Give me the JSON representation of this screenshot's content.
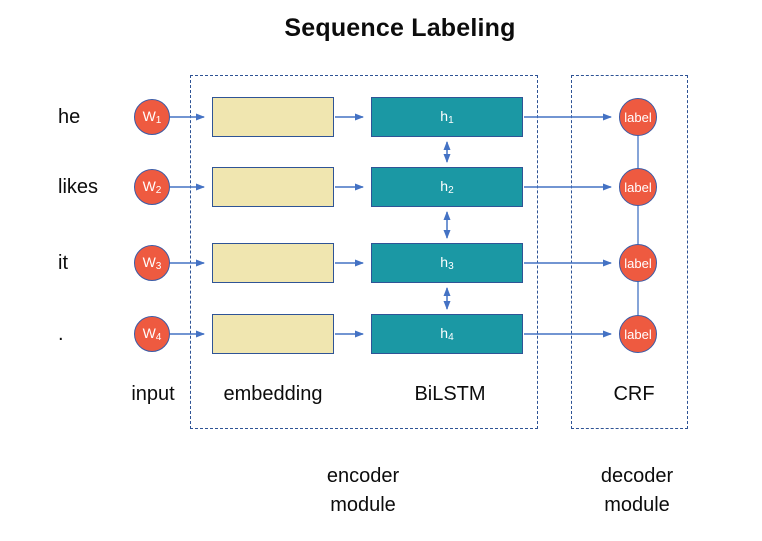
{
  "title": "Sequence Labeling",
  "rows": [
    {
      "word": "he",
      "input_symbol": "W",
      "input_sub": "1",
      "hidden_symbol": "h",
      "hidden_sub": "1",
      "output_label": "label"
    },
    {
      "word": "likes",
      "input_symbol": "W",
      "input_sub": "2",
      "hidden_symbol": "h",
      "hidden_sub": "2",
      "output_label": "label"
    },
    {
      "word": "it",
      "input_symbol": "W",
      "input_sub": "3",
      "hidden_symbol": "h",
      "hidden_sub": "3",
      "output_label": "label"
    },
    {
      "word": ".",
      "input_symbol": "W",
      "input_sub": "4",
      "hidden_symbol": "h",
      "hidden_sub": "4",
      "output_label": "label"
    }
  ],
  "column_labels": {
    "input": "input",
    "embedding": "embedding",
    "bilstm": "BiLSTM",
    "crf": "CRF"
  },
  "module_captions": {
    "encoder": {
      "line1": "encoder",
      "line2": "module"
    },
    "decoder": {
      "line1": "decoder",
      "line2": "module"
    }
  },
  "colors": {
    "input_node_fill": "#ee5a40",
    "node_border": "#3b5aa5",
    "embedding_fill": "#f0e6b0",
    "hidden_fill": "#1b98a4",
    "box_border": "#2f5496",
    "arrow": "#4472c4",
    "dashed_box_border": "#2e5395",
    "text": "#0c0c0c"
  }
}
